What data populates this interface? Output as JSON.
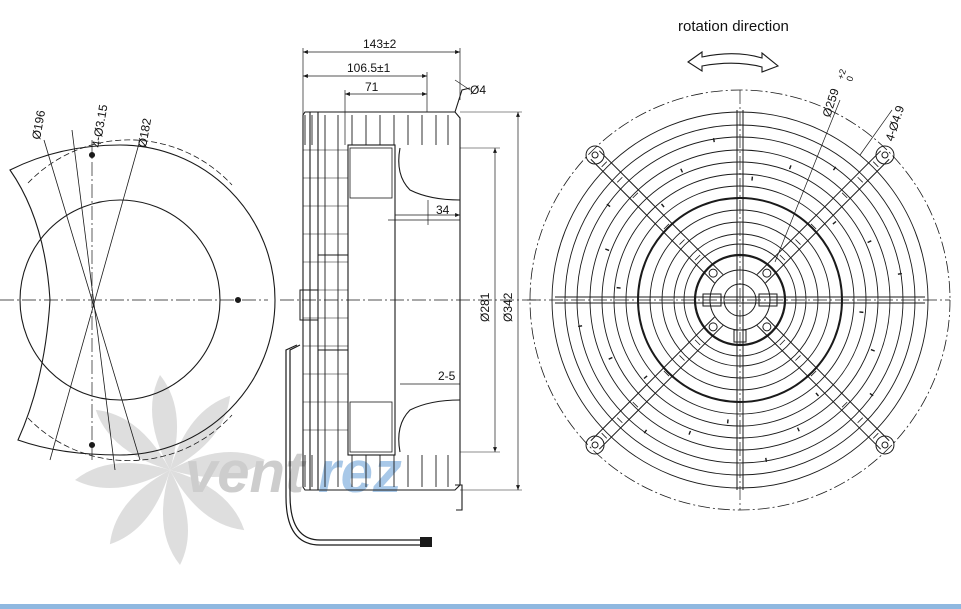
{
  "title": "rotation direction",
  "dimensions": {
    "front_outer": "Ø196",
    "front_holes": "4-Ø3.15",
    "front_inner": "Ø182",
    "side_total_depth": "143±2",
    "side_body_depth": "106.5±1",
    "side_motor_depth": "71",
    "side_wire": "Ø4",
    "side_offset": "34",
    "side_inner_dia": "Ø281",
    "side_outer_dia": "Ø342",
    "side_gap": "2-5",
    "rear_bolt_circle": "Ø259",
    "rear_bolt_circle_tol_upper": "+2",
    "rear_bolt_circle_tol_lower": "0",
    "rear_holes": "4-Ø4.9"
  },
  "watermark": {
    "text_dark": "vent",
    "text_blue": "rez"
  },
  "colors": {
    "line": "#1a1a1a",
    "watermark_gray": "#c8c8c8",
    "watermark_blue": "#9fc3e6",
    "bottom_bar": "#8fb8e0"
  },
  "icons": {
    "rotation": "curved-double-arrow-icon",
    "logo": "fan-blade-logo-icon"
  }
}
